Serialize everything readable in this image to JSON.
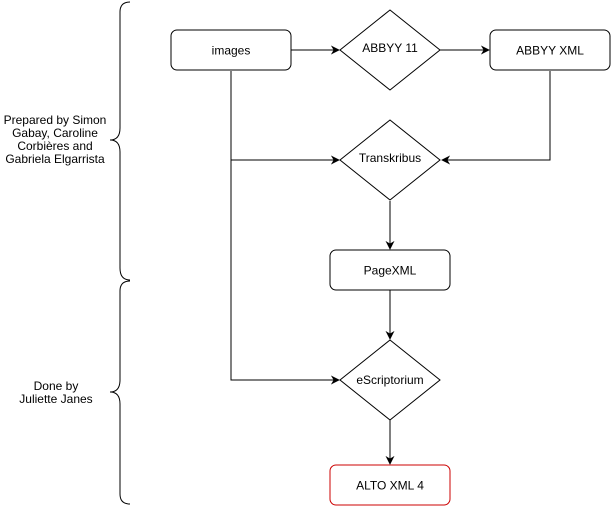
{
  "nodes": {
    "images": {
      "label": "images",
      "shape": "rounded-rect"
    },
    "abbyy11": {
      "label": "ABBYY 11",
      "shape": "diamond"
    },
    "abbyy_xml": {
      "label": "ABBYY XML",
      "shape": "rounded-rect"
    },
    "transkribus": {
      "label": "Transkribus",
      "shape": "diamond"
    },
    "pagexml": {
      "label": "PageXML",
      "shape": "rounded-rect"
    },
    "escriptorium": {
      "label": "eScriptorium",
      "shape": "diamond"
    },
    "alto_xml4": {
      "label": "ALTO XML 4",
      "shape": "rounded-rect",
      "border_color": "#cc0000"
    }
  },
  "edges": [
    {
      "from": "images",
      "to": "abbyy11"
    },
    {
      "from": "abbyy11",
      "to": "abbyy_xml"
    },
    {
      "from": "abbyy_xml",
      "to": "transkribus"
    },
    {
      "from": "images",
      "to": "transkribus"
    },
    {
      "from": "transkribus",
      "to": "pagexml"
    },
    {
      "from": "pagexml",
      "to": "escriptorium"
    },
    {
      "from": "images",
      "to": "escriptorium"
    },
    {
      "from": "escriptorium",
      "to": "alto_xml4"
    }
  ],
  "braces": {
    "top": {
      "lines": [
        "Prepared by Simon",
        "Gabay, Caroline",
        "Corbières and",
        "Gabriela Elgarrista"
      ]
    },
    "bottom": {
      "lines": [
        "Done by",
        "Juliette Janes"
      ]
    }
  },
  "colors": {
    "stroke": "#000000",
    "fill": "#ffffff",
    "highlight_border": "#cc0000"
  }
}
